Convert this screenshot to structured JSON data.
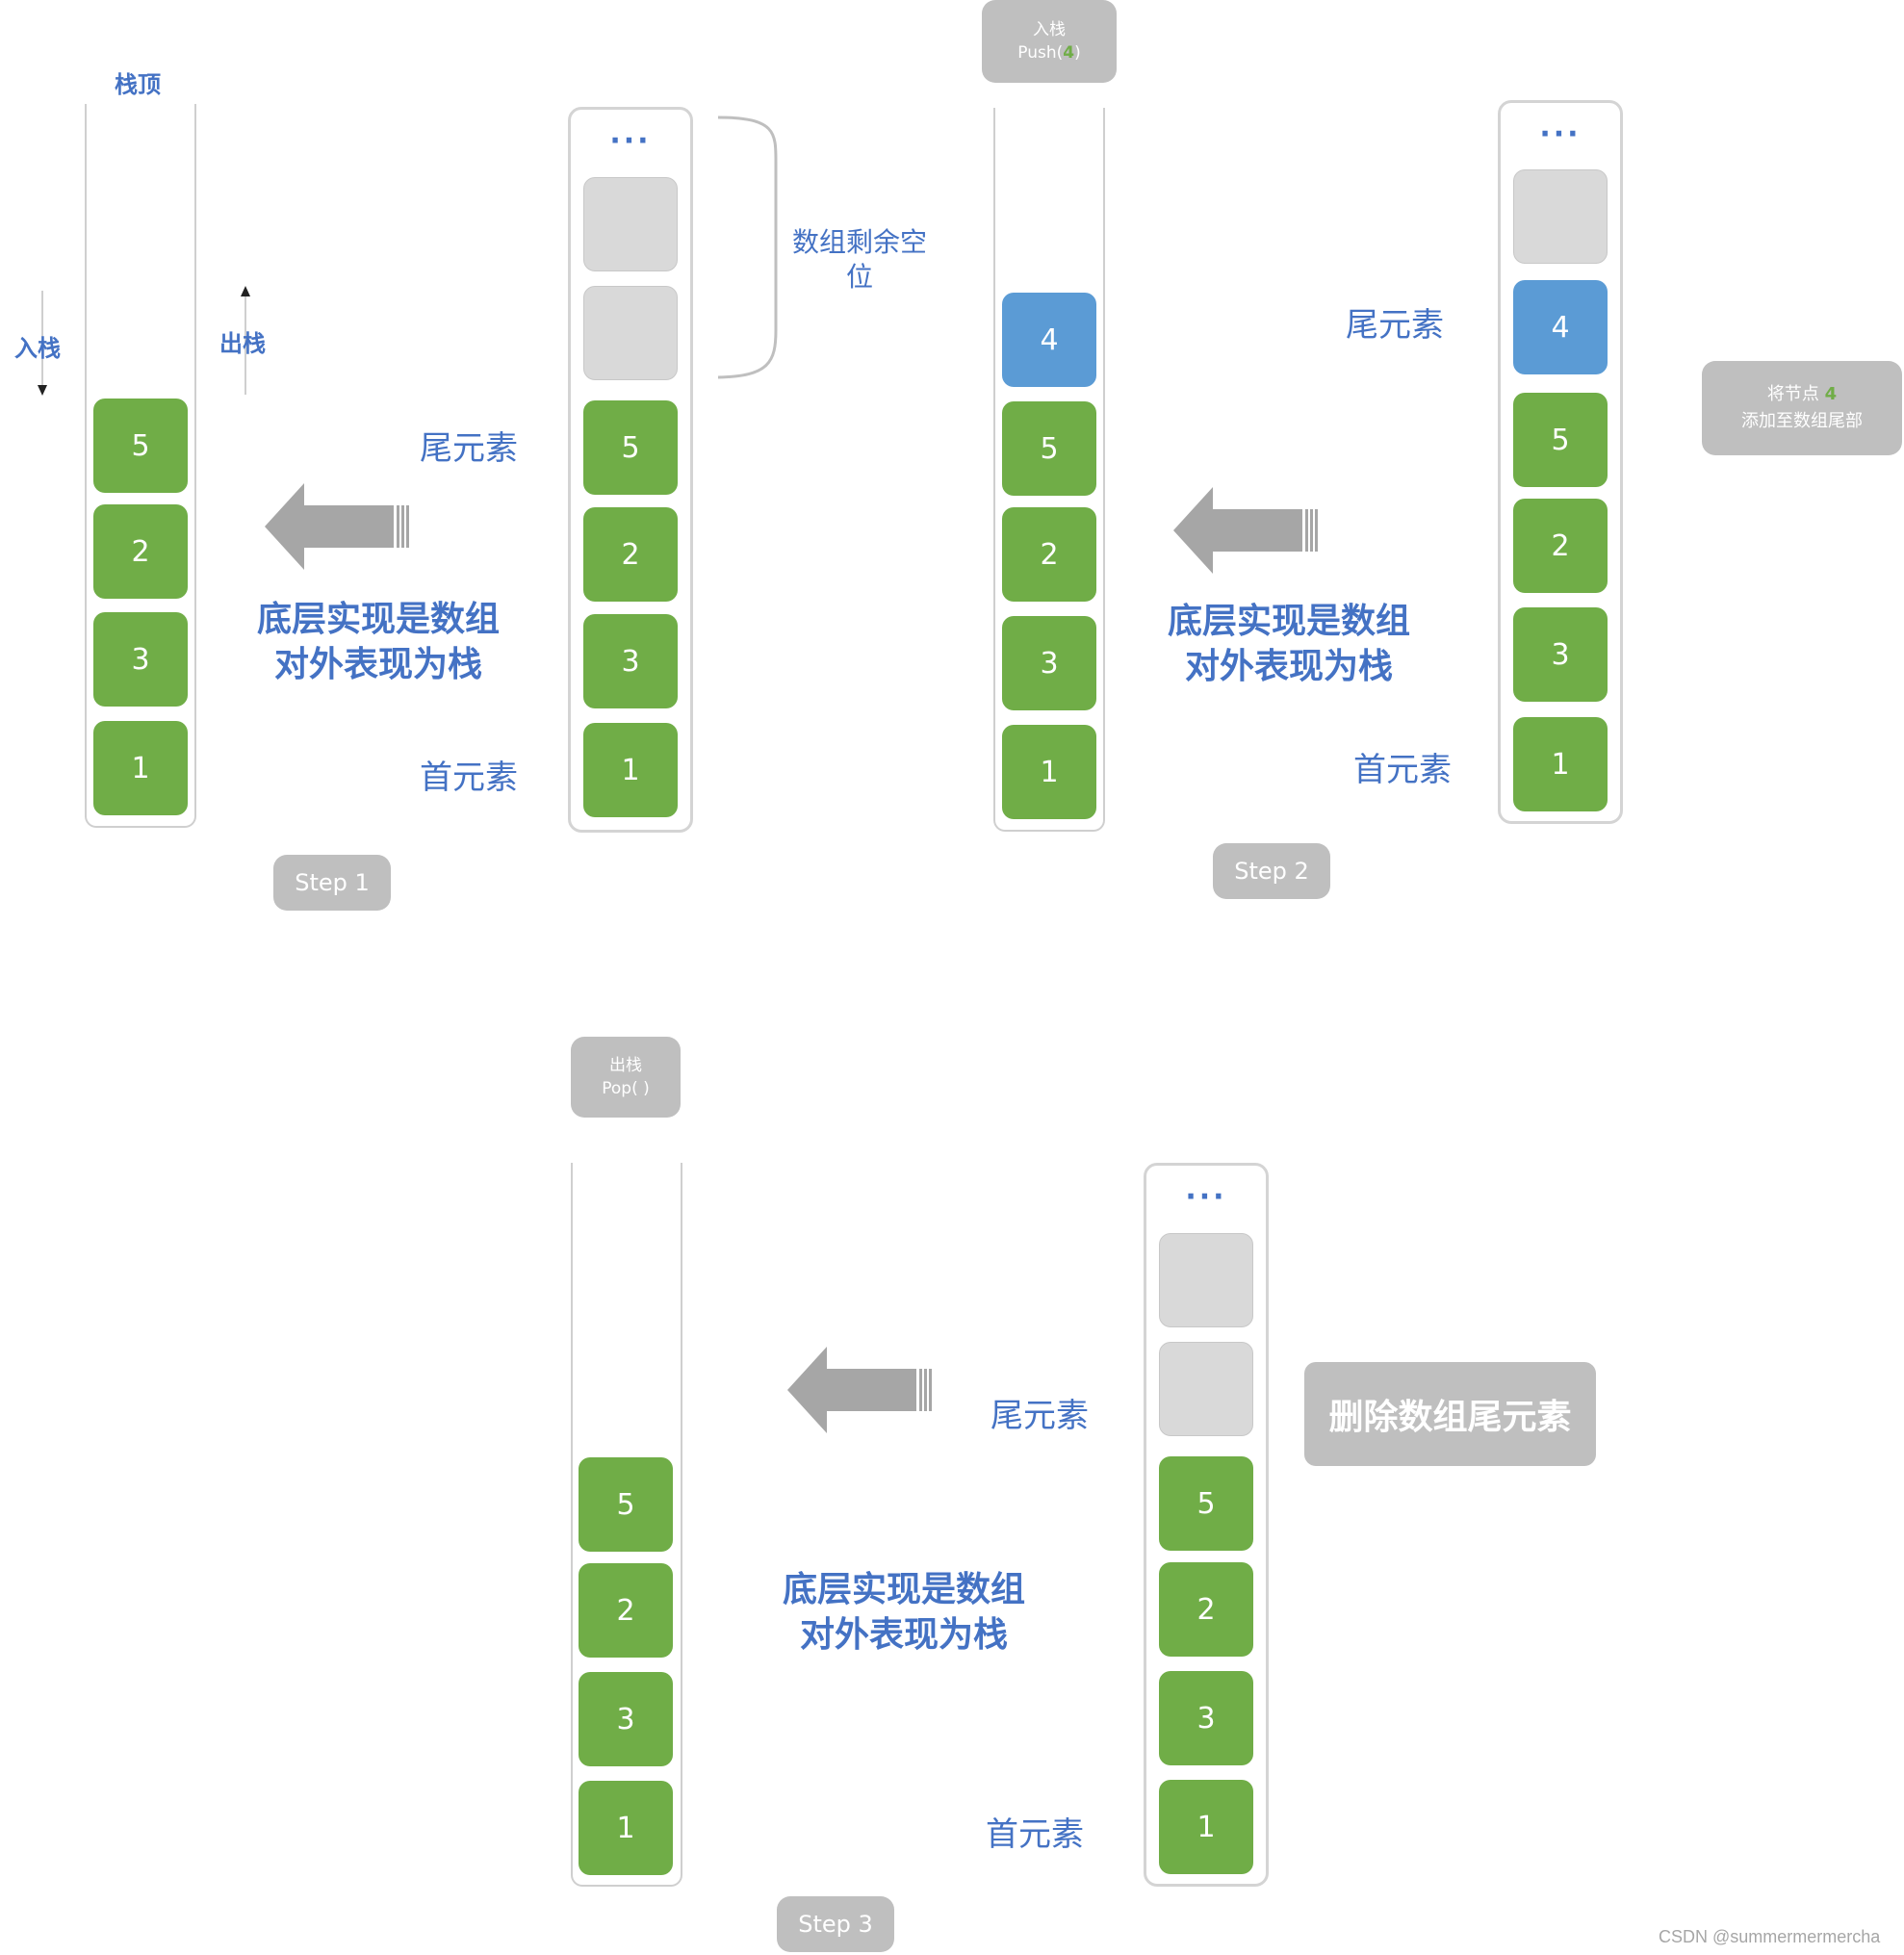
{
  "labels": {
    "stack_top": "栈顶",
    "push": "入栈",
    "pop": "出栈",
    "remaining_space": "数组剩余空位",
    "tail_element": "尾元素",
    "head_element": "首元素",
    "desc_line1": "底层实现是数组",
    "desc_line2": "对外表现为栈",
    "ellipsis": "···"
  },
  "steps": [
    "Step 1",
    "Step 2",
    "Step 3"
  ],
  "step1": {
    "stack": [
      "5",
      "2",
      "3",
      "1"
    ],
    "array": [
      "5",
      "2",
      "3",
      "1"
    ]
  },
  "step2": {
    "op_line1": "入栈",
    "op_line2_prefix": "Push(",
    "op_value": "4",
    "op_line2_suffix": ")",
    "stack": [
      "4",
      "5",
      "2",
      "3",
      "1"
    ],
    "array": [
      "4",
      "5",
      "2",
      "3",
      "1"
    ],
    "note_prefix": "将节点 ",
    "note_value": "4",
    "note_line2": "添加至数组尾部"
  },
  "step3": {
    "op_line1": "出栈",
    "op_line2": "Pop( )",
    "stack": [
      "5",
      "2",
      "3",
      "1"
    ],
    "array": [
      "5",
      "2",
      "3",
      "1"
    ],
    "note": "删除数组尾元素"
  },
  "colors": {
    "green": "#70ad47",
    "blue": "#5b9bd5",
    "empty": "#d9d9d9",
    "label": "#4472c4",
    "gray": "#bfbfbf"
  },
  "watermark": "CSDN @summermermercha"
}
